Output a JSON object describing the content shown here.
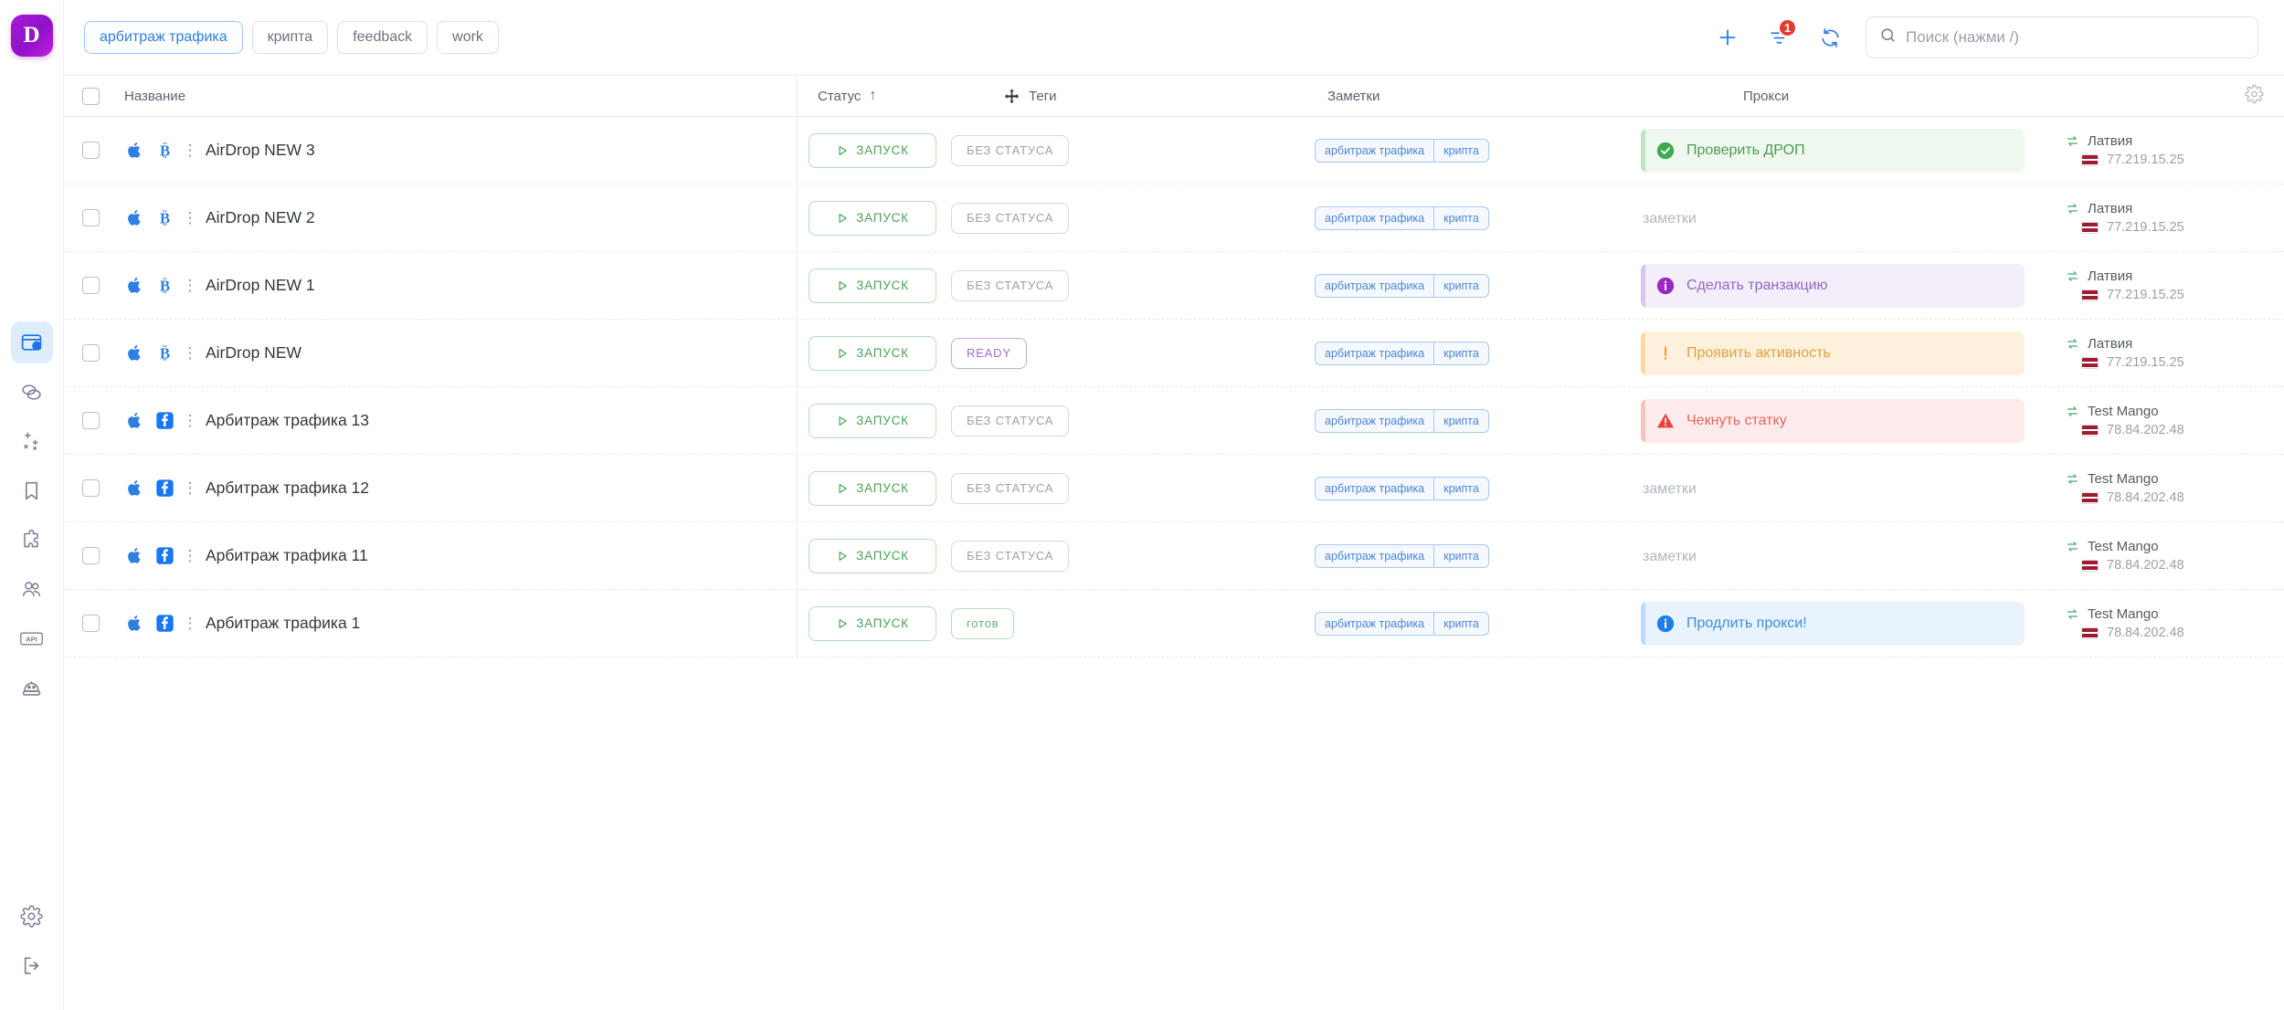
{
  "app": {
    "logo_letter": "D"
  },
  "sidebar": {
    "items": [
      {
        "name": "profiles",
        "icon": "browser-profiles-icon",
        "active": true
      },
      {
        "name": "proxies",
        "icon": "proxy-link-icon",
        "active": false
      },
      {
        "name": "automation",
        "icon": "magic-wand-icon",
        "active": false
      },
      {
        "name": "bookmarks",
        "icon": "bookmark-icon",
        "active": false
      },
      {
        "name": "extensions",
        "icon": "puzzle-piece-icon",
        "active": false
      },
      {
        "name": "team",
        "icon": "users-icon",
        "active": false
      },
      {
        "name": "api",
        "icon": "api-icon",
        "active": false
      },
      {
        "name": "bot",
        "icon": "robot-icon",
        "active": false
      }
    ],
    "bottom": [
      {
        "name": "settings",
        "icon": "gear-icon"
      },
      {
        "name": "logout",
        "icon": "logout-icon"
      }
    ]
  },
  "toolbar": {
    "chips": [
      {
        "label": "арбитраж трафика",
        "active": true
      },
      {
        "label": "крипта",
        "active": false
      },
      {
        "label": "feedback",
        "active": false
      },
      {
        "label": "work",
        "active": false
      }
    ],
    "add_icon": "plus-icon",
    "filter_icon": "filter-icon",
    "filter_badge": "1",
    "refresh_icon": "refresh-icon",
    "search": {
      "icon": "search-icon",
      "placeholder": "Поиск (нажми /)",
      "value": ""
    }
  },
  "table": {
    "columns": {
      "select_all": "select-all-checkbox",
      "name": "Название",
      "status": "Статус",
      "status_sort": "↑",
      "tags": "Теги",
      "tags_drag_icon": "move-handle-icon",
      "notes": "Заметки",
      "proxy": "Прокси",
      "settings_icon": "gear-icon"
    },
    "run_label": "ЗАПУСК",
    "note_placeholder": "заметки",
    "rows": [
      {
        "name": "AirDrop NEW 3",
        "os": "apple-icon",
        "platform": "bitcoin-icon",
        "status": {
          "label": "БЕЗ СТАТУСА",
          "kind": "none"
        },
        "tags": [
          "арбитраж трафика",
          "крипта"
        ],
        "note": {
          "text": "Проверить ДРОП",
          "kind": "green",
          "icon": "check-circle-icon"
        },
        "proxy": {
          "name": "Латвия",
          "ip": "77.219.15.25",
          "flag": "lv"
        }
      },
      {
        "name": "AirDrop NEW 2",
        "os": "apple-icon",
        "platform": "bitcoin-icon",
        "status": {
          "label": "БЕЗ СТАТУСА",
          "kind": "none"
        },
        "tags": [
          "арбитраж трафика",
          "крипта"
        ],
        "note": {
          "text": "",
          "kind": "empty",
          "icon": ""
        },
        "proxy": {
          "name": "Латвия",
          "ip": "77.219.15.25",
          "flag": "lv"
        }
      },
      {
        "name": "AirDrop NEW 1",
        "os": "apple-icon",
        "platform": "bitcoin-icon",
        "status": {
          "label": "БЕЗ СТАТУСА",
          "kind": "none"
        },
        "tags": [
          "арбитраж трафика",
          "крипта"
        ],
        "note": {
          "text": "Сделать транзакцию",
          "kind": "purple",
          "icon": "info-circle-icon"
        },
        "proxy": {
          "name": "Латвия",
          "ip": "77.219.15.25",
          "flag": "lv"
        }
      },
      {
        "name": "AirDrop NEW",
        "os": "apple-icon",
        "platform": "bitcoin-icon",
        "status": {
          "label": "READY",
          "kind": "ready"
        },
        "tags": [
          "арбитраж трафика",
          "крипта"
        ],
        "note": {
          "text": "Проявить активность",
          "kind": "orange",
          "icon": "exclamation-icon"
        },
        "proxy": {
          "name": "Латвия",
          "ip": "77.219.15.25",
          "flag": "lv"
        }
      },
      {
        "name": "Арбитраж трафика 13",
        "os": "apple-icon",
        "platform": "facebook-icon",
        "status": {
          "label": "БЕЗ СТАТУСА",
          "kind": "none"
        },
        "tags": [
          "арбитраж трафика",
          "крипта"
        ],
        "note": {
          "text": "Чекнуть статку",
          "kind": "red",
          "icon": "warning-triangle-icon"
        },
        "proxy": {
          "name": "Test Mango",
          "ip": "78.84.202.48",
          "flag": "lv"
        }
      },
      {
        "name": "Арбитраж трафика 12",
        "os": "apple-icon",
        "platform": "facebook-icon",
        "status": {
          "label": "БЕЗ СТАТУСА",
          "kind": "none"
        },
        "tags": [
          "арбитраж трафика",
          "крипта"
        ],
        "note": {
          "text": "",
          "kind": "empty",
          "icon": ""
        },
        "proxy": {
          "name": "Test Mango",
          "ip": "78.84.202.48",
          "flag": "lv"
        }
      },
      {
        "name": "Арбитраж трафика 11",
        "os": "apple-icon",
        "platform": "facebook-icon",
        "status": {
          "label": "БЕЗ СТАТУСА",
          "kind": "none"
        },
        "tags": [
          "арбитраж трафика",
          "крипта"
        ],
        "note": {
          "text": "",
          "kind": "empty",
          "icon": ""
        },
        "proxy": {
          "name": "Test Mango",
          "ip": "78.84.202.48",
          "flag": "lv"
        }
      },
      {
        "name": "Арбитраж трафика 1",
        "os": "apple-icon",
        "platform": "facebook-icon",
        "status": {
          "label": "готов",
          "kind": "done"
        },
        "tags": [
          "арбитраж трафика",
          "крипта"
        ],
        "note": {
          "text": "Продлить прокси!",
          "kind": "blue",
          "icon": "info-circle-icon"
        },
        "proxy": {
          "name": "Test Mango",
          "ip": "78.84.202.48",
          "flag": "lv"
        }
      }
    ]
  },
  "colors": {
    "brand": "#a61ad6",
    "accent": "#2f7fe0",
    "run_green": "#49a253",
    "badge_red": "#e83b2e",
    "active_sidebar": "#deedfb"
  }
}
